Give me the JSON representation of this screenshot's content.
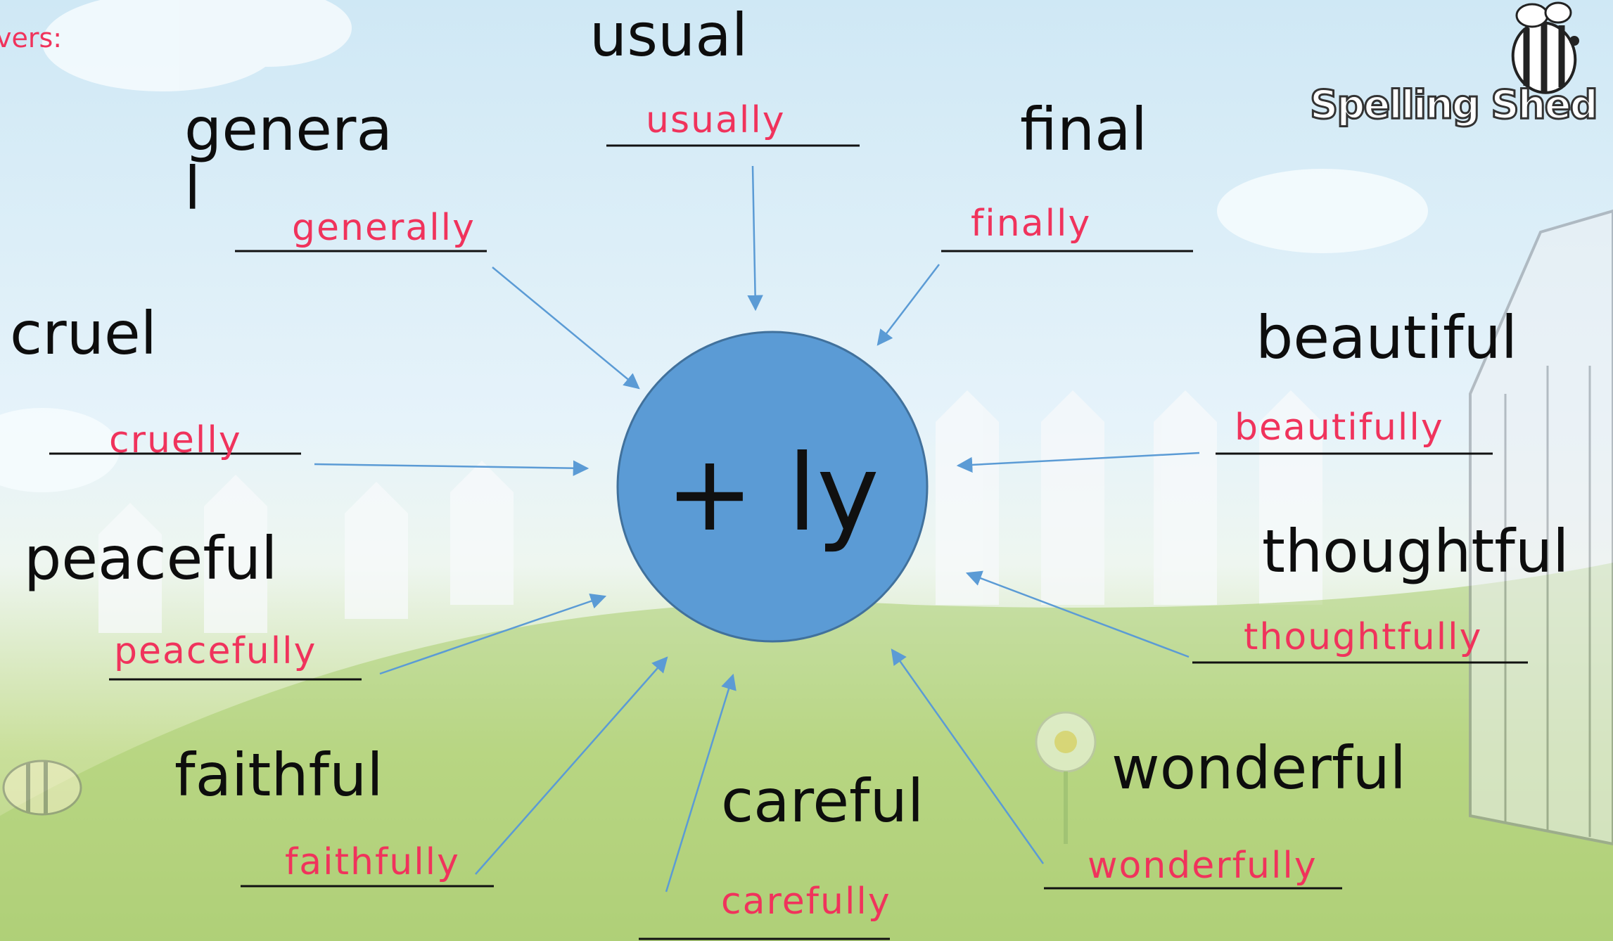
{
  "header_text": "vers:",
  "hub": {
    "label": "+ ly",
    "fill": "#5b9bd5",
    "stroke": "#41719c"
  },
  "logo": {
    "text": "Spelling Shed",
    "icon": "bee-icon"
  },
  "colors": {
    "answer": "#f0335c",
    "arrow": "#5b9bd5",
    "base": "#0d0d0d"
  },
  "words": [
    {
      "id": "usual",
      "base": "usual",
      "answer": "usually"
    },
    {
      "id": "general",
      "base": "genera\nl",
      "answer": "generally"
    },
    {
      "id": "final",
      "base": "final",
      "answer": "finally"
    },
    {
      "id": "cruel",
      "base": "cruel",
      "answer": "cruelly"
    },
    {
      "id": "beautiful",
      "base": "beautiful",
      "answer": "beautifully"
    },
    {
      "id": "peaceful",
      "base": "peaceful",
      "answer": "peacefully"
    },
    {
      "id": "thoughtful",
      "base": "thoughtful",
      "answer": "thoughtfully"
    },
    {
      "id": "faithful",
      "base": "faithful",
      "answer": "faithfully"
    },
    {
      "id": "careful",
      "base": "careful",
      "answer": "carefully"
    },
    {
      "id": "wonderful",
      "base": "wonderful",
      "answer": "wonderfully"
    }
  ]
}
